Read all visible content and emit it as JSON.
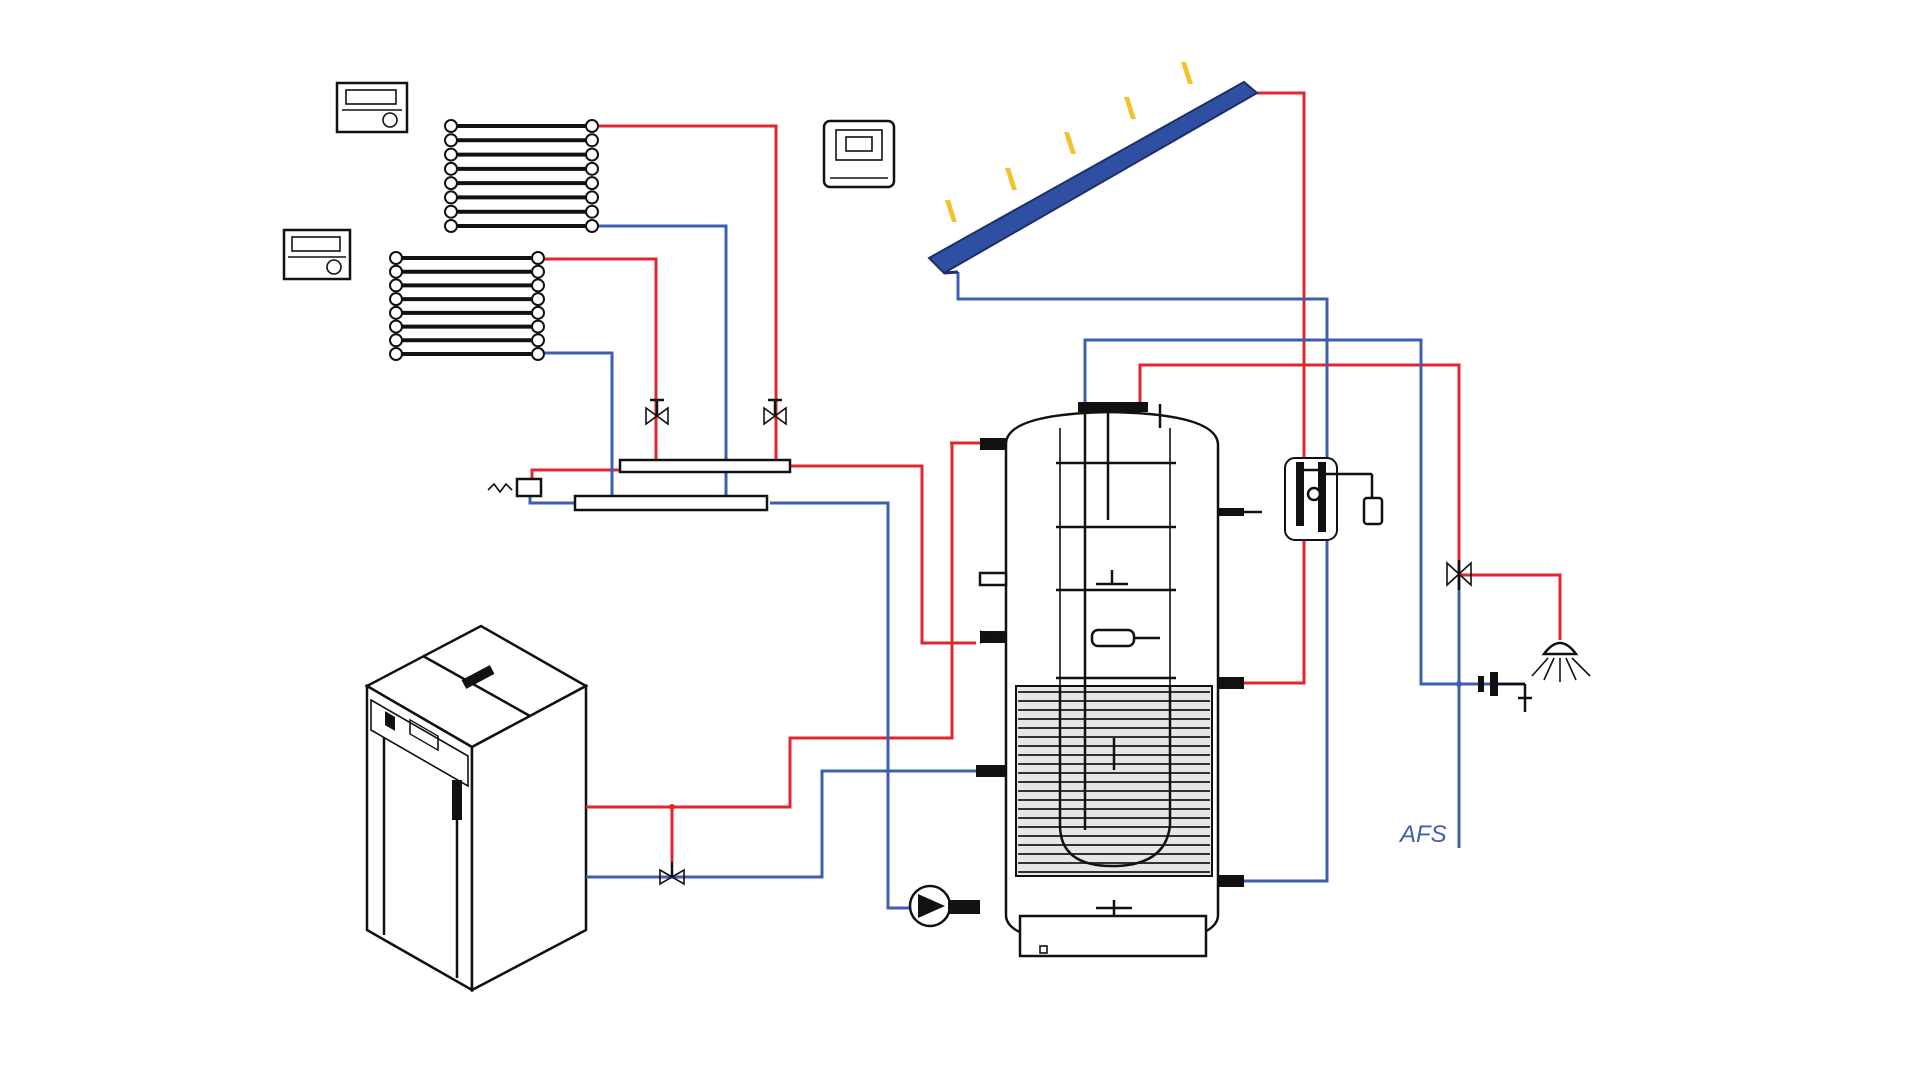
{
  "labels": {
    "afs": "AFS"
  },
  "colors": {
    "supply_line": "#e0262f",
    "return_line": "#3e5fb0",
    "solar_panel": "#2f4fa2",
    "sun_rays": "#f2c230",
    "outline": "#111111"
  },
  "components": [
    "room-thermostat-upper",
    "room-thermostat-lower",
    "radiator-upper",
    "radiator-lower",
    "solar-controller",
    "solar-collector",
    "heating-manifold",
    "boiler",
    "storage-tank",
    "circulation-pump",
    "solar-pump-station",
    "thermostatic-mixing-valve",
    "shower-head",
    "water-tap"
  ]
}
